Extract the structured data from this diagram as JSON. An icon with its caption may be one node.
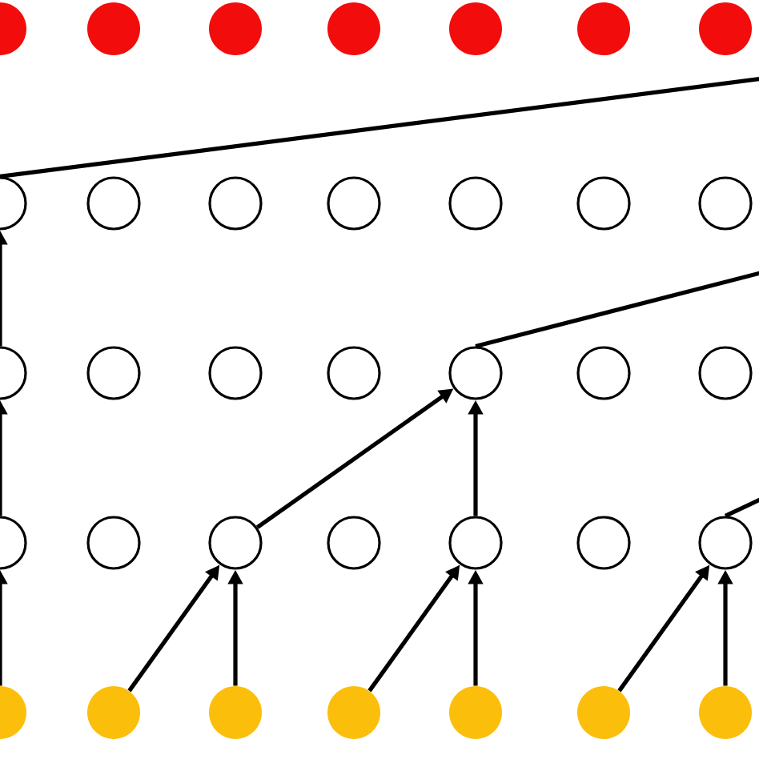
{
  "diagram": {
    "nodes": [
      {
        "text": [],
        "shape": "circle"
      },
      {
        "text": [],
        "shape": "circle"
      },
      {
        "text": [],
        "shape": "circle"
      },
      {
        "text": [],
        "shape": "circle"
      },
      {
        "text": [],
        "shape": "circle"
      },
      {
        "text": [],
        "shape": "circle"
      },
      {
        "text": [],
        "shape": "circle"
      },
      {
        "text": [],
        "shape": "circle"
      },
      {
        "text": [],
        "shape": "circle"
      },
      {
        "text": [],
        "shape": "circle"
      },
      {
        "text": [],
        "shape": "circle"
      },
      {
        "text": [],
        "shape": "circle"
      },
      {
        "text": [],
        "shape": "circle"
      },
      {
        "text": [],
        "shape": "circle"
      },
      {
        "text": [],
        "shape": "circle"
      },
      {
        "text": [],
        "shape": "circle"
      },
      {
        "text": [],
        "shape": "circle"
      },
      {
        "text": [],
        "shape": "circle"
      },
      {
        "text": [],
        "shape": "circle"
      },
      {
        "text": [],
        "shape": "circle"
      },
      {
        "text": [],
        "shape": "circle"
      },
      {
        "text": [],
        "shape": "circle"
      },
      {
        "text": [],
        "shape": "circle"
      },
      {
        "text": [],
        "shape": "circle"
      },
      {
        "text": [],
        "shape": "circle"
      },
      {
        "text": [],
        "shape": "circle"
      },
      {
        "text": [],
        "shape": "circle"
      },
      {
        "text": [],
        "shape": "circle"
      },
      {
        "text": [],
        "shape": "circle"
      },
      {
        "text": [],
        "shape": "circle"
      },
      {
        "text": [],
        "shape": "circle"
      },
      {
        "text": [],
        "shape": "circle"
      },
      {
        "text": [],
        "shape": "circle"
      },
      {
        "text": [],
        "shape": "circle"
      },
      {
        "text": [],
        "shape": "circle"
      }
    ],
    "edges": [
      {
        "from": 28,
        "to": 21,
        "arrow": "to"
      },
      {
        "from": 21,
        "to": 14,
        "arrow": "to"
      },
      {
        "from": 14,
        "to": 7,
        "arrow": "to"
      },
      {
        "from": 29,
        "to": 23,
        "arrow": "to"
      },
      {
        "from": 30,
        "to": 23,
        "arrow": "to"
      },
      {
        "from": 31,
        "to": 25,
        "arrow": "to"
      },
      {
        "from": 32,
        "to": 25,
        "arrow": "to"
      },
      {
        "from": 33,
        "to": 27,
        "arrow": "to"
      },
      {
        "from": 34,
        "to": 27,
        "arrow": "to"
      },
      {
        "from": 23,
        "to": 18,
        "arrow": "to"
      },
      {
        "from": 25,
        "to": 18,
        "arrow": "to"
      },
      {
        "from": 7,
        "to": null,
        "arrow": "none"
      },
      {
        "from": 18,
        "to": null,
        "arrow": "none"
      },
      {
        "from": 27,
        "to": null,
        "arrow": "none"
      }
    ]
  }
}
